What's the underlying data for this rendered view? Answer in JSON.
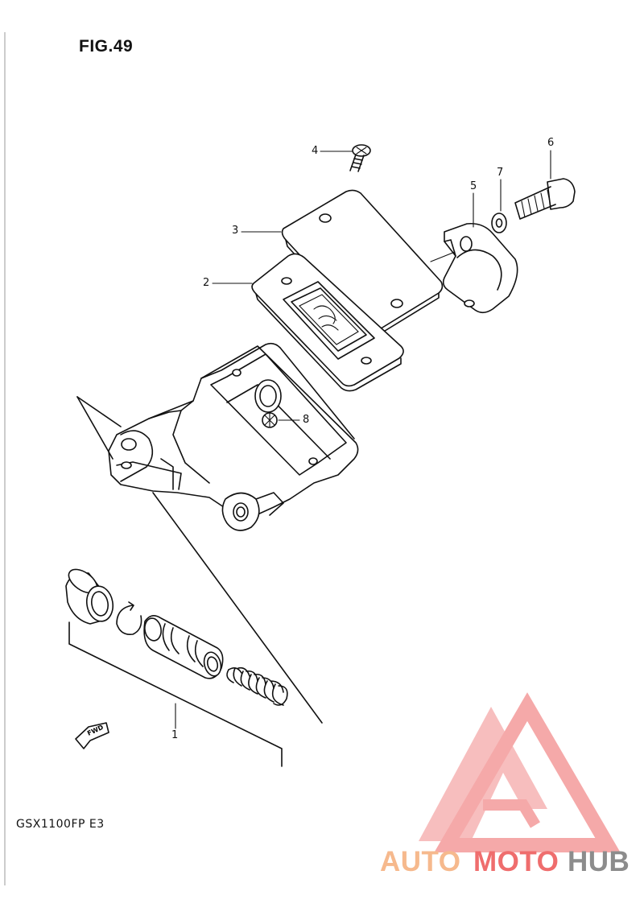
{
  "figure": {
    "title": "FIG.49",
    "model": "GSX1100FP  E3"
  },
  "callouts": [
    {
      "id": "1",
      "label": "1"
    },
    {
      "id": "2",
      "label": "2"
    },
    {
      "id": "3",
      "label": "3"
    },
    {
      "id": "4",
      "label": "4"
    },
    {
      "id": "5",
      "label": "5"
    },
    {
      "id": "6",
      "label": "6"
    },
    {
      "id": "7",
      "label": "7"
    },
    {
      "id": "8",
      "label": "8"
    }
  ],
  "fwd_marker": {
    "label": "FWD",
    "icon": "forward-arrow-icon"
  },
  "watermark": {
    "part1": "AUTO",
    "part2": "MOTO",
    "part3": "HUB",
    "color_light": "#f6b98d",
    "color_red": "#ef6d6d",
    "color_gray": "#8c8c8c"
  }
}
